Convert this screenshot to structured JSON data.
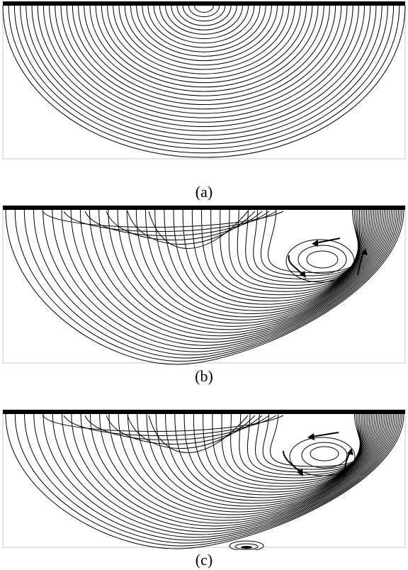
{
  "figure": {
    "panels": [
      {
        "id": "a",
        "caption": "(a)",
        "pattern": "concentric-streamlines"
      },
      {
        "id": "b",
        "caption": "(b)",
        "pattern": "streamlines-with-vortex",
        "arrows": 3
      },
      {
        "id": "c",
        "caption": "(c)",
        "pattern": "streamlines-with-vortex-and-bottom-eddy",
        "arrows": 3
      }
    ],
    "colors": {
      "line": "#000000",
      "background": "#ffffff",
      "frame": "#bfbfbf"
    }
  }
}
